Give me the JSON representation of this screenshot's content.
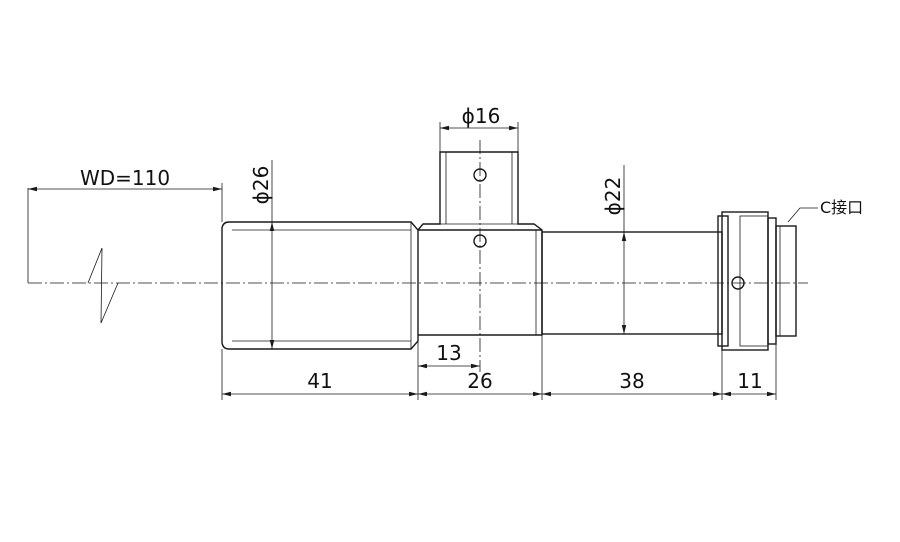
{
  "dimensions": {
    "working_distance": "WD=110",
    "diameter_front": "ϕ26",
    "diameter_mount_block": "ϕ16",
    "diameter_rear": "ϕ22",
    "offset_hole": "13",
    "length_front": "41",
    "length_block": "26",
    "length_rear": "38",
    "length_mount": "11"
  },
  "callout": {
    "mount_label": "C接口"
  }
}
